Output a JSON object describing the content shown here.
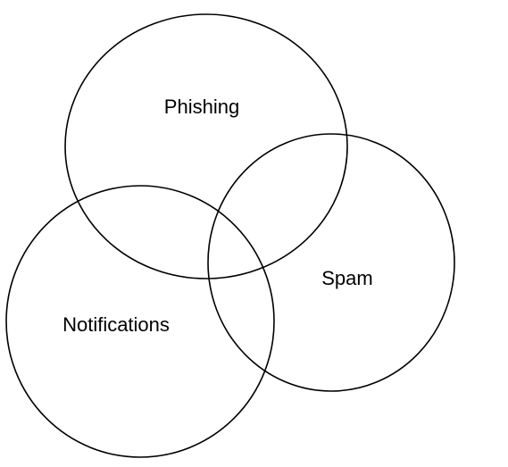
{
  "diagram": {
    "type": "venn",
    "sets": [
      {
        "id": "phishing",
        "label": "Phishing"
      },
      {
        "id": "spam",
        "label": "Spam"
      },
      {
        "id": "notifications",
        "label": "Notifications"
      }
    ],
    "colors": {
      "stroke": "#000000",
      "background": "#ffffff",
      "text": "#000000"
    }
  }
}
